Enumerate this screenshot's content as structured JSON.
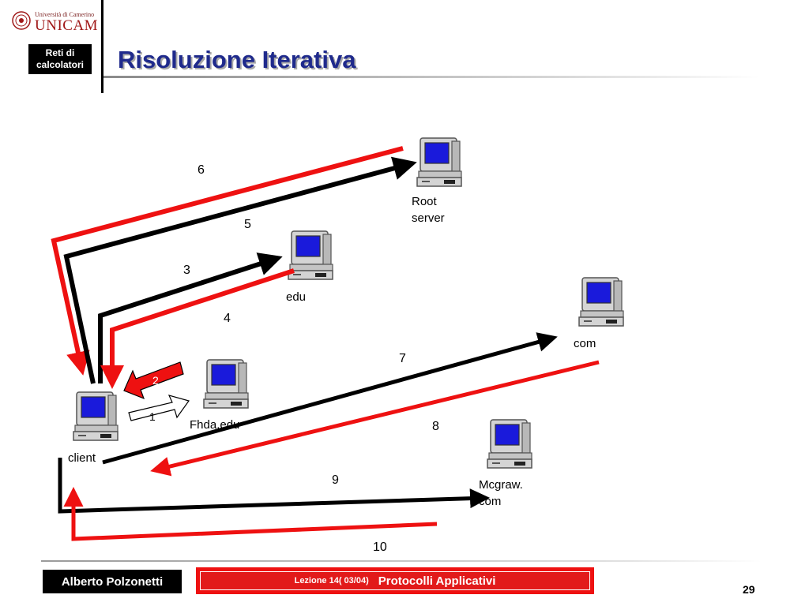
{
  "header": {
    "university_small": "Università di Camerino",
    "university_big": "UNICAM",
    "course_line1": "Reti di",
    "course_line2": "calcolatori",
    "title": "Risoluzione Iterativa"
  },
  "diagram": {
    "nodes": {
      "root": "Root server",
      "root_l1": "Root",
      "root_l2": "server",
      "edu": "edu",
      "com": "com",
      "fhda": "Fhda.edu",
      "client": "client",
      "mcgraw_l1": "Mcgraw.",
      "mcgraw_l2": "com"
    },
    "steps": [
      "1",
      "2",
      "3",
      "4",
      "5",
      "6",
      "7",
      "8",
      "9",
      "10"
    ],
    "colors": {
      "query": "#000000",
      "response": "#ee1111",
      "computer_screen": "#1a1adb"
    }
  },
  "footer": {
    "author": "Alberto Polzonetti",
    "lecture": "Lezione 14( 03/04)",
    "topic": "Protocolli Applicativi",
    "page": "29"
  }
}
